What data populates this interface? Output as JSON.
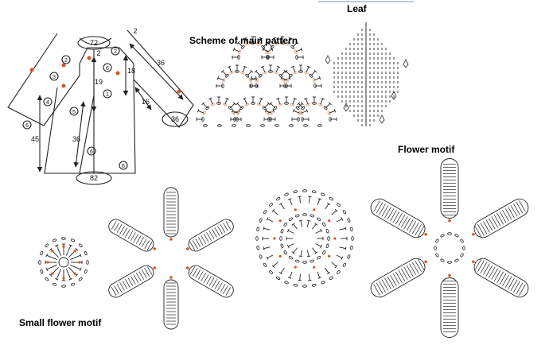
{
  "labels": {
    "main_pattern": "Scheme of main pattern",
    "leaf": "Leaf",
    "flower_motif": "Flower motif",
    "small_flower_motif": "Small flower motif"
  },
  "garment": {
    "measurements": [
      "72",
      "2",
      "2",
      "36",
      "18",
      "19",
      "16",
      "36",
      "45",
      "36",
      "82"
    ],
    "zones": [
      "1",
      "2",
      "2",
      "3",
      "4",
      "5",
      "6",
      "6",
      "6",
      "6"
    ]
  },
  "colors": {
    "line": "#222222",
    "accent": "#d9541e",
    "bead": "#e8a07a"
  }
}
